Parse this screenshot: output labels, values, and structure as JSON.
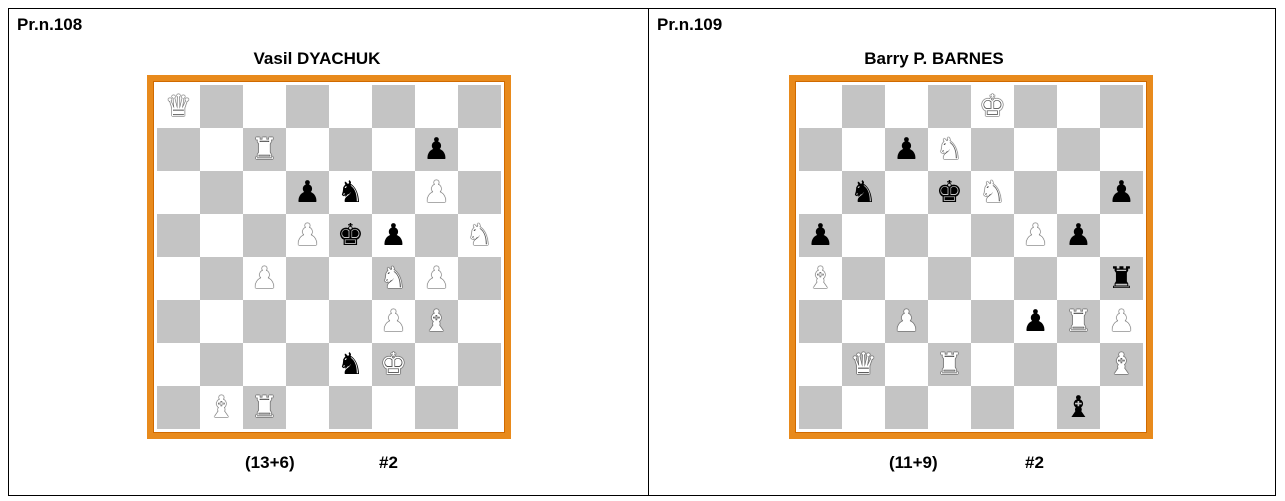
{
  "problems": [
    {
      "label": "Pr.n.108",
      "author": "Vasil DYACHUK",
      "pieces_count": "(13+6)",
      "stipulation": "#2",
      "board": [
        [
          "wQ",
          "",
          "",
          "",
          "",
          "",
          "",
          ""
        ],
        [
          "",
          "",
          "wR",
          "",
          "",
          "",
          "bP",
          ""
        ],
        [
          "",
          "",
          "",
          "bP",
          "bN",
          "",
          "wP",
          ""
        ],
        [
          "",
          "",
          "",
          "wP",
          "bK",
          "bP",
          "",
          "wN"
        ],
        [
          "",
          "",
          "wP",
          "",
          "",
          "wN",
          "wP",
          ""
        ],
        [
          "",
          "",
          "",
          "",
          "",
          "wP",
          "wB",
          ""
        ],
        [
          "",
          "",
          "",
          "",
          "bN",
          "wK",
          "",
          ""
        ],
        [
          "",
          "wB",
          "wR",
          "",
          "",
          "",
          "",
          ""
        ]
      ]
    },
    {
      "label": "Pr.n.109",
      "author": "Barry P. BARNES",
      "pieces_count": "(11+9)",
      "stipulation": "#2",
      "board": [
        [
          "",
          "",
          "",
          "",
          "wK",
          "",
          "",
          ""
        ],
        [
          "",
          "",
          "bP",
          "wN",
          "",
          "",
          "",
          ""
        ],
        [
          "",
          "bN",
          "",
          "bK",
          "wN",
          "",
          "",
          "bP"
        ],
        [
          "bP",
          "",
          "",
          "",
          "",
          "wP",
          "bP",
          ""
        ],
        [
          "wB",
          "",
          "",
          "",
          "",
          "",
          "",
          "bR"
        ],
        [
          "",
          "",
          "wP",
          "",
          "",
          "bP",
          "wR",
          "wP"
        ],
        [
          "",
          "wQ",
          "",
          "wR",
          "",
          "",
          "",
          "wB"
        ],
        [
          "",
          "",
          "",
          "",
          "",
          "",
          "bB",
          ""
        ]
      ]
    }
  ]
}
